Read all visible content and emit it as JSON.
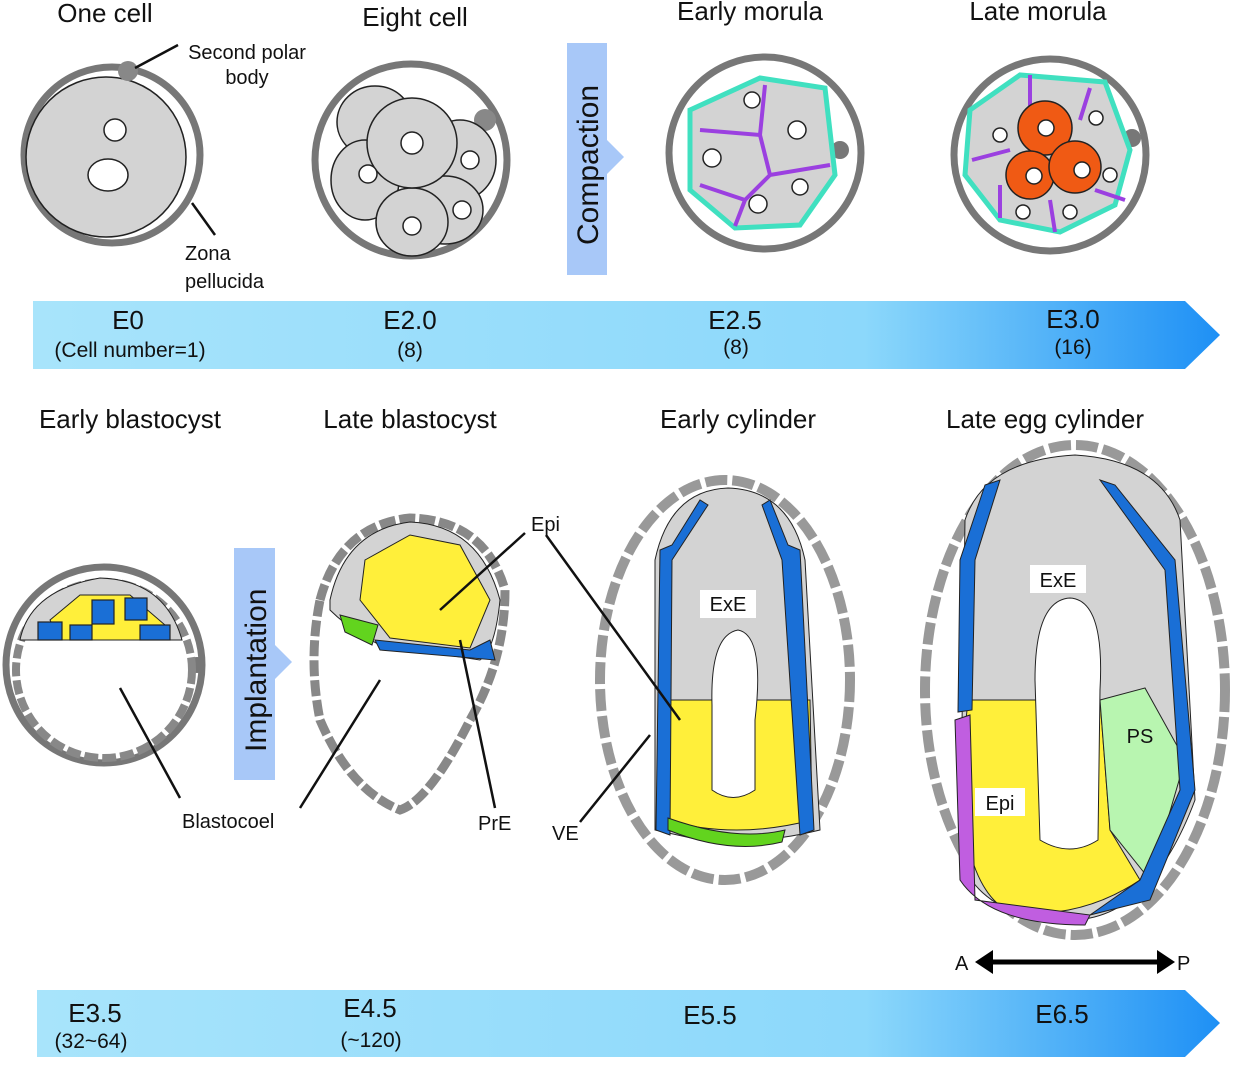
{
  "top_stages": {
    "one_cell": "One cell",
    "eight_cell": "Eight cell",
    "early_morula": "Early morula",
    "late_morula": "Late morula"
  },
  "top_labels": {
    "polar1": "Second polar",
    "polar2": "body",
    "zona1": "Zona",
    "zona2": "pellucida",
    "compaction": "Compaction"
  },
  "timeline1": [
    {
      "day": "E0",
      "cells": "(Cell number=1)"
    },
    {
      "day": "E2.0",
      "cells": "(8)"
    },
    {
      "day": "E2.5",
      "cells": "(8)"
    },
    {
      "day": "E3.0",
      "cells": "(16)"
    }
  ],
  "bottom_stages": {
    "early_blastocyst": "Early blastocyst",
    "late_blastocyst": "Late blastocyst",
    "early_cylinder": "Early cylinder",
    "late_egg_cylinder": "Late egg cylinder"
  },
  "bottom_labels": {
    "implantation": "Implantation",
    "blastocoel": "Blastocoel",
    "epi": "Epi",
    "pre": "PrE",
    "ve": "VE",
    "exe": "ExE",
    "exe2": "ExE",
    "ps": "PS",
    "epi2": "Epi",
    "a": "A",
    "p": "P"
  },
  "timeline2": [
    {
      "day": "E3.5",
      "cells": "(32~64)"
    },
    {
      "day": "E4.5",
      "cells": "(~120)"
    },
    {
      "day": "E5.5",
      "cells": ""
    },
    {
      "day": "E6.5",
      "cells": ""
    }
  ],
  "colors": {
    "timeline_start": "#a8e4fb",
    "timeline_end": "#1e90f5",
    "epiblast": "#ffef3a",
    "ve": "#1a6fd6",
    "pre": "#62d41e",
    "ps": "#b8f5b0",
    "icm": "#f05a14",
    "outer": "#40e0c0",
    "junction": "#9b40e0"
  }
}
